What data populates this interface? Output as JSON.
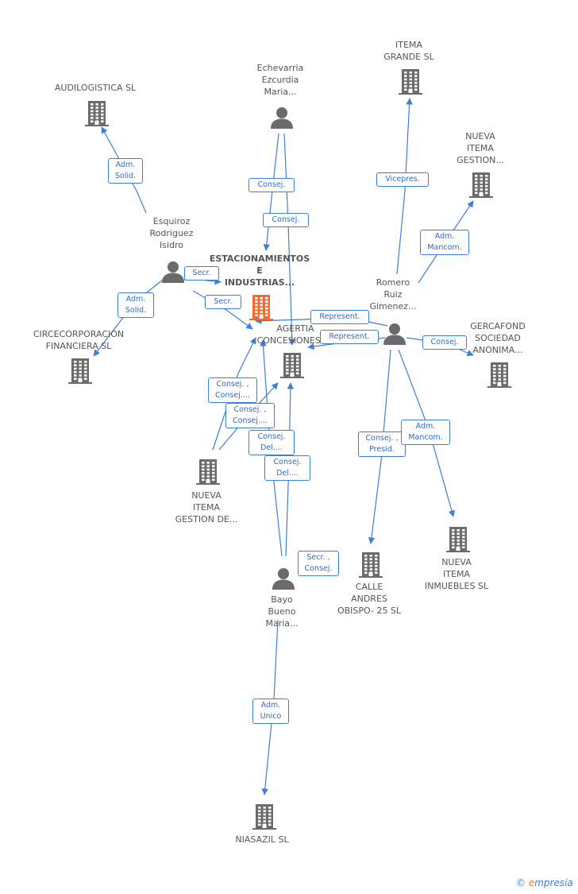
{
  "colors": {
    "edge": "#3d7fd6",
    "node_icon": "#6b6b6b",
    "focus_icon": "#f26a2d",
    "badge_border": "#3d7fd6",
    "badge_text": "#2e6cc7"
  },
  "nodes": [
    {
      "id": "audilogistica",
      "type": "company",
      "lines": [
        "AUDILOGISTICA SL"
      ]
    },
    {
      "id": "echevarria",
      "type": "person",
      "lines": [
        "Echevarria",
        "Ezcurdia",
        "Maria..."
      ]
    },
    {
      "id": "itema_grande",
      "type": "company",
      "lines": [
        "ITEMA",
        "GRANDE SL"
      ]
    },
    {
      "id": "nueva_itema_gestion_top",
      "type": "company",
      "lines": [
        "NUEVA",
        "ITEMA",
        "GESTION..."
      ]
    },
    {
      "id": "esquiroz",
      "type": "person",
      "lines": [
        "Esquiroz",
        "Rodriguez",
        "Isidro"
      ]
    },
    {
      "id": "estacionamientos",
      "type": "focus",
      "lines": [
        "ESTACIONAMIENTOS",
        "E",
        "INDUSTRIAS..."
      ]
    },
    {
      "id": "romero",
      "type": "person",
      "lines": [
        "Romero",
        "Ruiz",
        "Gimenez..."
      ]
    },
    {
      "id": "circecorporacion",
      "type": "company",
      "lines": [
        "CIRCECORPORACION",
        "FINANCIERA  SL"
      ]
    },
    {
      "id": "agertia",
      "type": "company",
      "lines": [
        "AGERTIA",
        "CONCESIONES SL"
      ]
    },
    {
      "id": "gercafond",
      "type": "company",
      "lines": [
        "GERCAFOND",
        "SOCIEDAD",
        "ANONIMA..."
      ]
    },
    {
      "id": "nueva_itema_gestion_de",
      "type": "company",
      "lines": [
        "NUEVA",
        "ITEMA",
        "GESTION DE..."
      ]
    },
    {
      "id": "calle_andres",
      "type": "company",
      "lines": [
        "CALLE",
        "ANDRES",
        "OBISPO- 25 SL"
      ]
    },
    {
      "id": "nueva_itema_inmuebles",
      "type": "company",
      "lines": [
        "NUEVA",
        "ITEMA",
        "INMUEBLES SL"
      ]
    },
    {
      "id": "bayo",
      "type": "person",
      "lines": [
        "Bayo",
        "Bueno",
        "Maria..."
      ]
    },
    {
      "id": "niasazil",
      "type": "company",
      "lines": [
        "NIASAZIL SL"
      ]
    }
  ],
  "badges": [
    {
      "id": "b_adm_solid_1",
      "lines": [
        "Adm.",
        "Solid."
      ]
    },
    {
      "id": "b_consej_1",
      "lines": [
        "Consej."
      ]
    },
    {
      "id": "b_consej_2",
      "lines": [
        "Consej."
      ]
    },
    {
      "id": "b_vicepres",
      "lines": [
        "Vicepres."
      ]
    },
    {
      "id": "b_adm_mancom_1",
      "lines": [
        "Adm.",
        "Mancom."
      ]
    },
    {
      "id": "b_secr_1",
      "lines": [
        "Secr."
      ]
    },
    {
      "id": "b_secr_2",
      "lines": [
        "Secr."
      ]
    },
    {
      "id": "b_adm_solid_2",
      "lines": [
        "Adm.",
        "Solid."
      ]
    },
    {
      "id": "b_represent_1",
      "lines": [
        "Represent."
      ]
    },
    {
      "id": "b_represent_2",
      "lines": [
        "Represent."
      ]
    },
    {
      "id": "b_consej_3",
      "lines": [
        "Consej."
      ]
    },
    {
      "id": "b_consej_consej_1",
      "lines": [
        "Consej. ,",
        "Consej...."
      ]
    },
    {
      "id": "b_consej_consej_2",
      "lines": [
        "Consej. ,",
        "Consej...."
      ]
    },
    {
      "id": "b_consej_del_1",
      "lines": [
        "Consej.",
        "Del...."
      ]
    },
    {
      "id": "b_consej_del_2",
      "lines": [
        "Consej.",
        "Del...."
      ]
    },
    {
      "id": "b_consej_presid",
      "lines": [
        "Consej. ,",
        "Presid."
      ]
    },
    {
      "id": "b_adm_mancom_2",
      "lines": [
        "Adm.",
        "Mancom."
      ]
    },
    {
      "id": "b_secr_consej",
      "lines": [
        "Secr. ,",
        "Consej."
      ]
    },
    {
      "id": "b_adm_unico",
      "lines": [
        "Adm.",
        "Unico"
      ]
    }
  ],
  "footer": {
    "copyright": "©",
    "brand_initial": "e",
    "brand_rest": "mpresia"
  }
}
